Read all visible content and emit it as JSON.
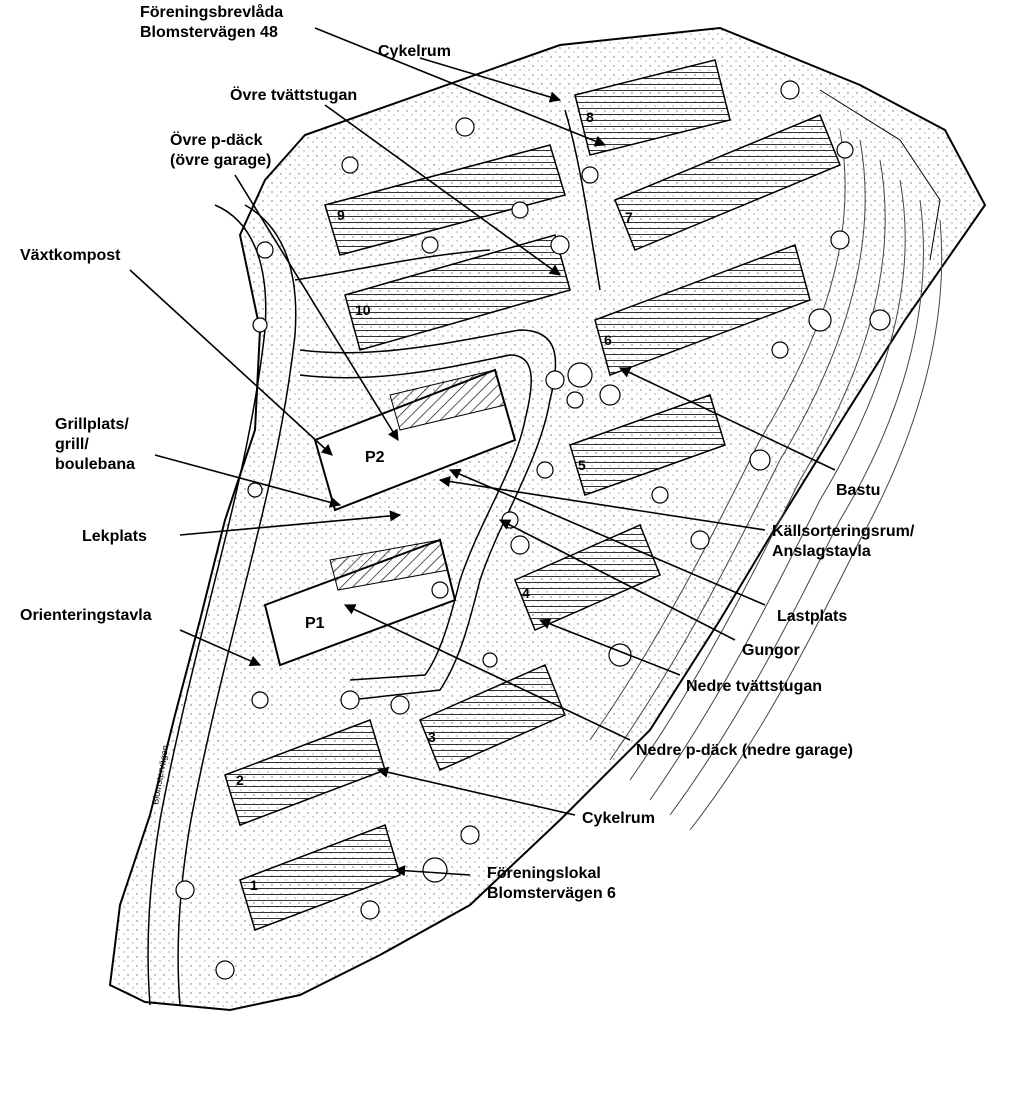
{
  "map": {
    "parking": {
      "p1": "P1",
      "p2": "P2"
    },
    "buildings": [
      "1",
      "2",
      "3",
      "4",
      "5",
      "6",
      "7",
      "8",
      "9",
      "10"
    ],
    "street_name": "Blomstervägen"
  },
  "labels": {
    "foreningsbrevlada": [
      "Föreningsbrevlåda",
      "Blomstervägen 48"
    ],
    "cykelrum_top": "Cykelrum",
    "ovre_tvattstugan": "Övre tvättstugan",
    "ovre_pdack": [
      "Övre p-däck",
      "(övre garage)"
    ],
    "vaxtkompost": "Växtkompost",
    "grillplats": [
      "Grillplats/",
      "grill/",
      "boulebana"
    ],
    "lekplats": "Lekplats",
    "orienteringstavla": "Orienteringstavla",
    "bastu": "Bastu",
    "kallsortering": [
      "Källsorteringsrum/",
      "Anslagstavla"
    ],
    "lastplats": "Lastplats",
    "gungor": "Gungor",
    "nedre_tvattstugan": "Nedre tvättstugan",
    "nedre_pdack": "Nedre p-däck (nedre garage)",
    "cykelrum_bottom": "Cykelrum",
    "foreningslokal": [
      "Föreningslokal",
      "Blomstervägen 6"
    ]
  },
  "colors": {
    "ink": "#000000",
    "paper": "#ffffff",
    "hatch": "#333333"
  }
}
